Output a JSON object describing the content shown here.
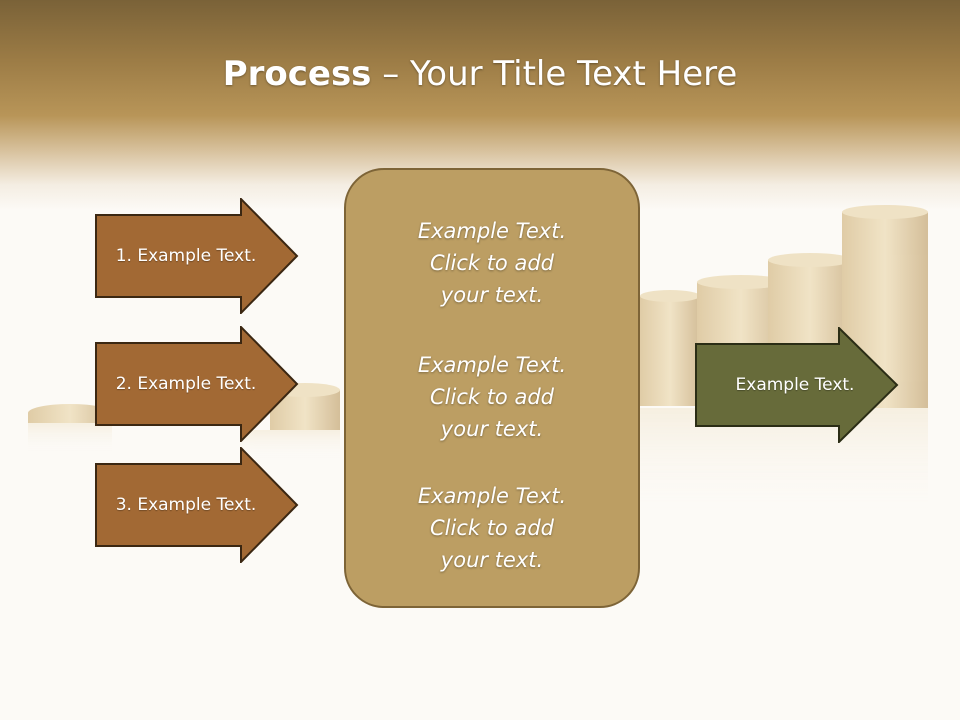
{
  "slide": {
    "title_bold": "Process",
    "title_rest": " – Your Title Text Here"
  },
  "inputs": [
    {
      "label": "1. Example Text."
    },
    {
      "label": "2. Example Text."
    },
    {
      "label": "3. Example Text."
    }
  ],
  "center": {
    "items": [
      "Example Text.\nClick  to add\nyour text.",
      "Example Text.\nClick  to add\nyour text.",
      "Example Text.\nClick  to add\nyour text."
    ]
  },
  "output": {
    "label": "Example Text."
  },
  "colors": {
    "input_arrow_fill": "#a26934",
    "input_arrow_stroke": "#3b2712",
    "center_fill": "#bc9e63",
    "output_arrow_fill": "#676b3a",
    "output_arrow_stroke": "#2b2d15"
  }
}
